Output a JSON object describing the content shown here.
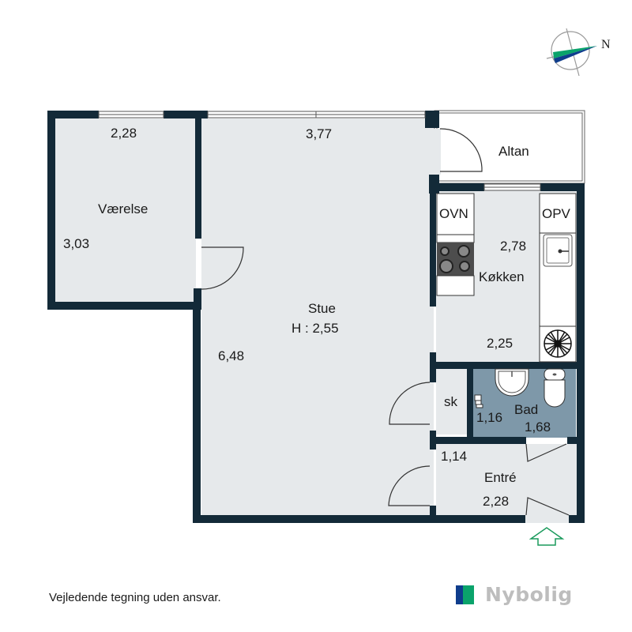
{
  "colors": {
    "wall": "#132a38",
    "floor": "#e6e9eb",
    "bath_floor": "#7e98a9",
    "balcony": "#ffffff",
    "entry_arrow": "#1a9a5c",
    "compass_green": "#0aa36b",
    "compass_blue": "#0f3d8c",
    "logo_text": "#bdbdbd"
  },
  "compass": {
    "label": "N"
  },
  "rooms": {
    "vaerelse": {
      "name": "Værelse",
      "width": "2,28",
      "length": "3,03"
    },
    "stue": {
      "name": "Stue",
      "height": "H : 2,55",
      "width": "3,77",
      "length": "6,48"
    },
    "altan": {
      "name": "Altan"
    },
    "kokken": {
      "name": "Køkken",
      "length": "2,78",
      "width": "2,25",
      "ovn": "OVN",
      "opv": "OPV"
    },
    "skab": {
      "name": "sk"
    },
    "bad": {
      "name": "Bad",
      "width": "1,16",
      "length": "1,68"
    },
    "entre": {
      "name": "Entré",
      "width": "1,14",
      "length": "2,28"
    }
  },
  "footer": {
    "disclaimer": "Vejledende tegning uden ansvar.",
    "brand": "Nybolig"
  }
}
